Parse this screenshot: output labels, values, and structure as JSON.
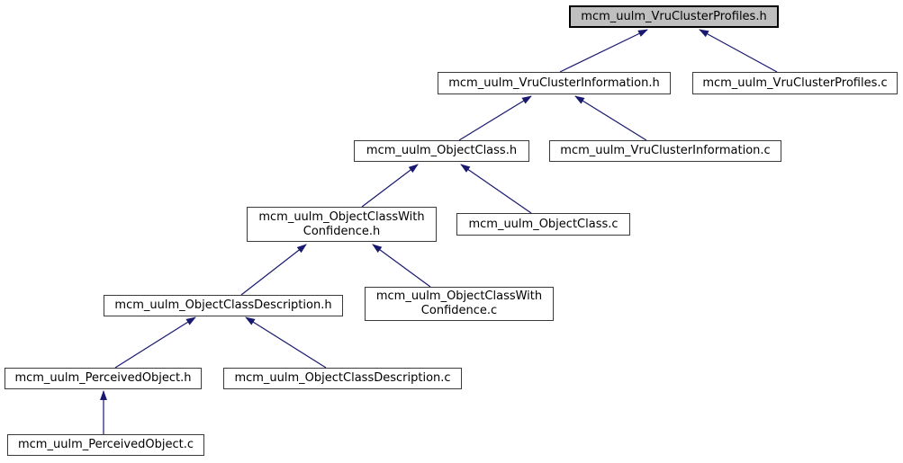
{
  "graph": {
    "kind": "include-dependency-graph",
    "colors": {
      "background": "#ffffff",
      "edge": "#191970",
      "node_fill": "#ffffff",
      "node_border": "#3a3a3a",
      "highlighted_node_fill": "#bfbfbf",
      "highlighted_node_border": "#000000",
      "text": "#000000"
    },
    "nodes": [
      {
        "id": "mcm_uulm_VruClusterProfiles.h",
        "label": "mcm_uulm_VruClusterProfiles.h",
        "highlighted": true
      },
      {
        "id": "mcm_uulm_VruClusterInformation.h",
        "label": "mcm_uulm_VruClusterInformation.h",
        "highlighted": false
      },
      {
        "id": "mcm_uulm_VruClusterProfiles.c",
        "label": "mcm_uulm_VruClusterProfiles.c",
        "highlighted": false
      },
      {
        "id": "mcm_uulm_ObjectClass.h",
        "label": "mcm_uulm_ObjectClass.h",
        "highlighted": false
      },
      {
        "id": "mcm_uulm_VruClusterInformation.c",
        "label": "mcm_uulm_VruClusterInformation.c",
        "highlighted": false
      },
      {
        "id": "mcm_uulm_ObjectClassWithConfidence.h",
        "label": "mcm_uulm_ObjectClassWith\nConfidence.h",
        "highlighted": false
      },
      {
        "id": "mcm_uulm_ObjectClass.c",
        "label": "mcm_uulm_ObjectClass.c",
        "highlighted": false
      },
      {
        "id": "mcm_uulm_ObjectClassDescription.h",
        "label": "mcm_uulm_ObjectClassDescription.h",
        "highlighted": false
      },
      {
        "id": "mcm_uulm_ObjectClassWithConfidence.c",
        "label": "mcm_uulm_ObjectClassWith\nConfidence.c",
        "highlighted": false
      },
      {
        "id": "mcm_uulm_PerceivedObject.h",
        "label": "mcm_uulm_PerceivedObject.h",
        "highlighted": false
      },
      {
        "id": "mcm_uulm_ObjectClassDescription.c",
        "label": "mcm_uulm_ObjectClassDescription.c",
        "highlighted": false
      },
      {
        "id": "mcm_uulm_PerceivedObject.c",
        "label": "mcm_uulm_PerceivedObject.c",
        "highlighted": false
      }
    ],
    "edges": [
      {
        "from": "mcm_uulm_VruClusterInformation.h",
        "to": "mcm_uulm_VruClusterProfiles.h"
      },
      {
        "from": "mcm_uulm_VruClusterProfiles.c",
        "to": "mcm_uulm_VruClusterProfiles.h"
      },
      {
        "from": "mcm_uulm_ObjectClass.h",
        "to": "mcm_uulm_VruClusterInformation.h"
      },
      {
        "from": "mcm_uulm_VruClusterInformation.c",
        "to": "mcm_uulm_VruClusterInformation.h"
      },
      {
        "from": "mcm_uulm_ObjectClassWithConfidence.h",
        "to": "mcm_uulm_ObjectClass.h"
      },
      {
        "from": "mcm_uulm_ObjectClass.c",
        "to": "mcm_uulm_ObjectClass.h"
      },
      {
        "from": "mcm_uulm_ObjectClassDescription.h",
        "to": "mcm_uulm_ObjectClassWithConfidence.h"
      },
      {
        "from": "mcm_uulm_ObjectClassWithConfidence.c",
        "to": "mcm_uulm_ObjectClassWithConfidence.h"
      },
      {
        "from": "mcm_uulm_PerceivedObject.h",
        "to": "mcm_uulm_ObjectClassDescription.h"
      },
      {
        "from": "mcm_uulm_ObjectClassDescription.c",
        "to": "mcm_uulm_ObjectClassDescription.h"
      },
      {
        "from": "mcm_uulm_PerceivedObject.c",
        "to": "mcm_uulm_PerceivedObject.h"
      }
    ]
  }
}
